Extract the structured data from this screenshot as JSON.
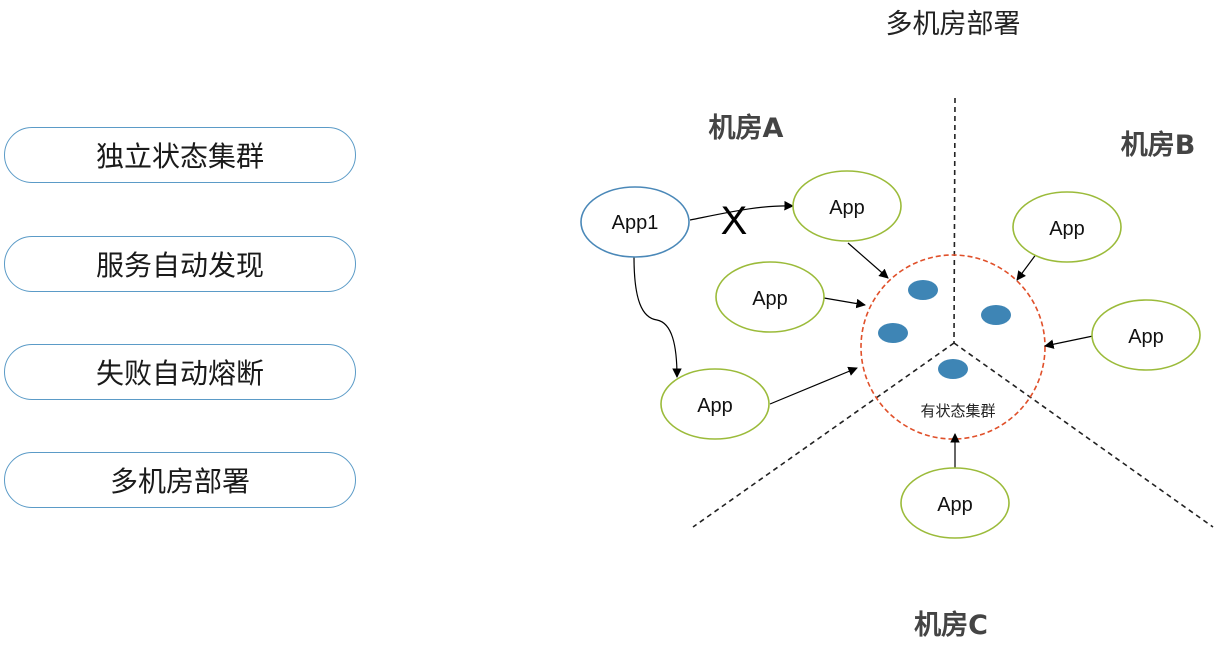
{
  "features": [
    {
      "label": "独立状态集群"
    },
    {
      "label": "服务自动发现"
    },
    {
      "label": "失败自动熔断"
    },
    {
      "label": "多机房部署"
    }
  ],
  "diagram": {
    "title": "多机房部署",
    "rooms": {
      "a": "机房A",
      "b": "机房B",
      "c": "机房C"
    },
    "app1": "App1",
    "app": "App",
    "cluster": "有状态集群",
    "cross": "X",
    "colors": {
      "app1_border": "#4a88b8",
      "app_border": "#9bbb3a",
      "cluster_border": "#e0502a",
      "cluster_dot": "#3e85b5"
    }
  }
}
